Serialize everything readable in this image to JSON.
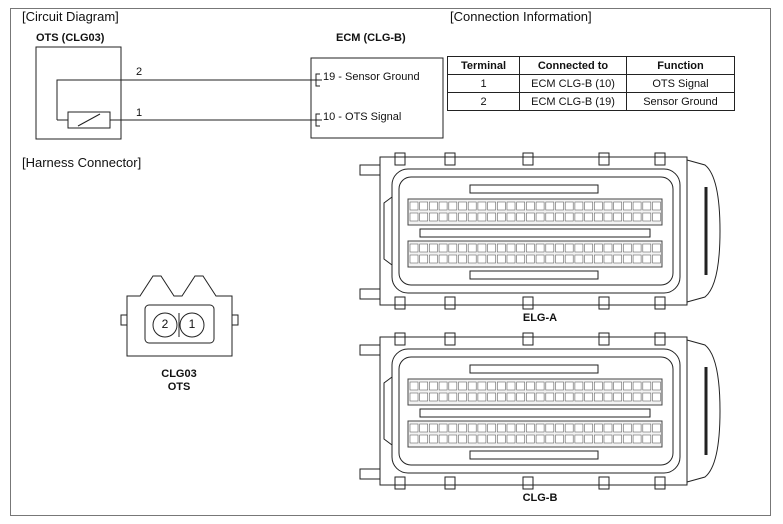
{
  "sections": {
    "circuit_diagram": "[Circuit Diagram]",
    "connection_info": "[Connection Information]",
    "harness_connector": "[Harness Connector]"
  },
  "circuit": {
    "ots_title": "OTS (CLG03)",
    "ecm_title": "ECM (CLG-B)",
    "ots_pin_top": "2",
    "ots_pin_bottom": "1",
    "ecm_pin_top": "19 - Sensor Ground",
    "ecm_pin_bottom": "10 - OTS Signal"
  },
  "connection_table": {
    "headers": [
      "Terminal",
      "Connected to",
      "Function"
    ],
    "rows": [
      [
        "1",
        "ECM CLG-B (10)",
        "OTS Signal"
      ],
      [
        "2",
        "ECM CLG-B (19)",
        "Sensor Ground"
      ]
    ]
  },
  "harness": {
    "ots_pin_left": "2",
    "ots_pin_right": "1",
    "ots_caption_line1": "CLG03",
    "ots_caption_line2": "OTS",
    "ecm_a_caption": "ELG-A",
    "ecm_b_caption": "CLG-B"
  }
}
